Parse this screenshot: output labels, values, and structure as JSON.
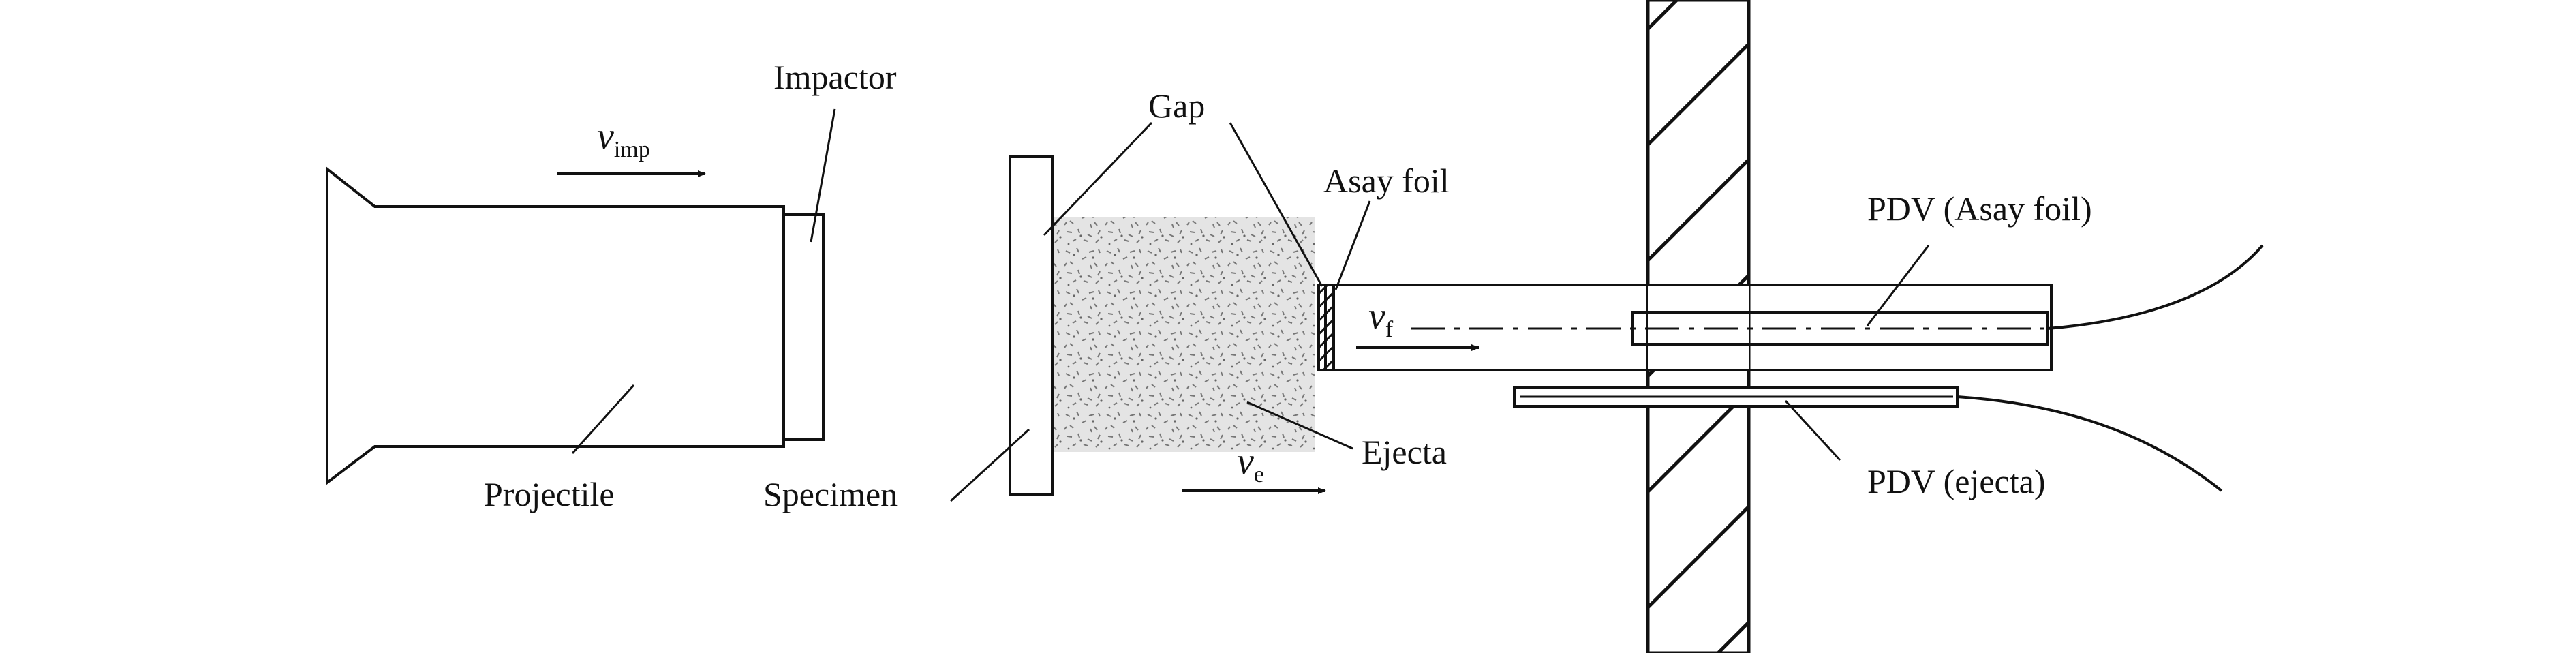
{
  "diagram": {
    "labels": {
      "impactor": "Impactor",
      "projectile": "Projectile",
      "specimen": "Specimen",
      "gap": "Gap",
      "asay_foil": "Asay foil",
      "ejecta": "Ejecta",
      "pdv_asay_foil": "PDV (Asay foil)",
      "pdv_ejecta": "PDV (ejecta)"
    },
    "velocities": {
      "v_imp": {
        "symbol": "v",
        "subscript": "imp"
      },
      "v_f": {
        "symbol": "v",
        "subscript": "f"
      },
      "v_e": {
        "symbol": "v",
        "subscript": "e"
      }
    }
  }
}
